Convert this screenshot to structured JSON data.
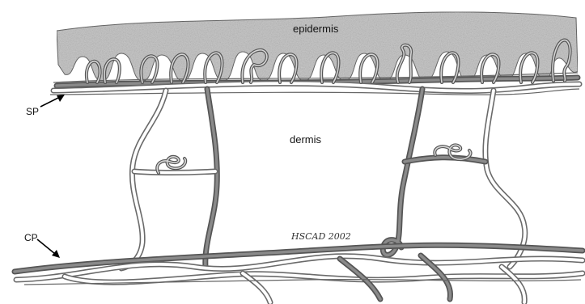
{
  "labels": {
    "epidermis": "epidermis",
    "dermis": "dermis",
    "sp": "SP",
    "cp": "CP",
    "signature": "HSCAD 2002"
  }
}
